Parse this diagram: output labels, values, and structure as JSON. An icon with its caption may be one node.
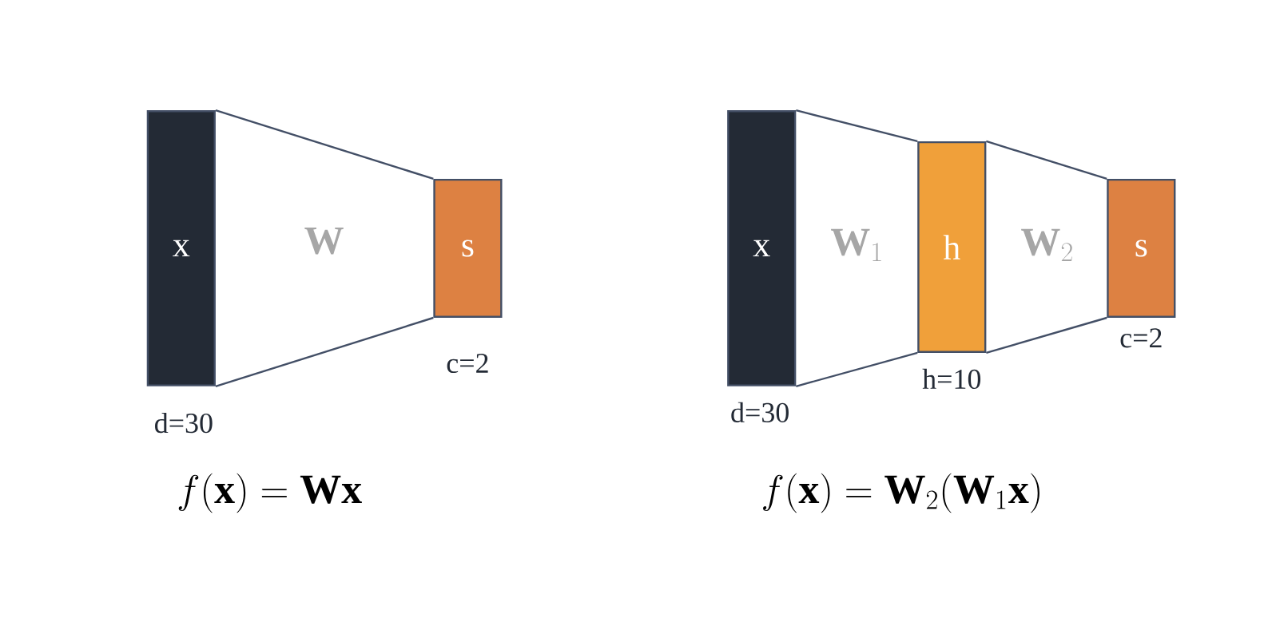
{
  "diagram": {
    "nodes": [
      {
        "text": [
          "x"
        ],
        "beside": [
          "d=30"
        ]
      },
      {
        "text": [
          "s"
        ],
        "beside": [
          "c=2"
        ]
      },
      {
        "text": [
          "x"
        ],
        "beside": [
          "d=30"
        ]
      },
      {
        "text": [
          "h"
        ],
        "beside": [
          "h=10"
        ]
      },
      {
        "text": [
          "s"
        ],
        "beside": [
          "c=2"
        ]
      }
    ],
    "edges": [
      {
        "from": 0,
        "to": 1,
        "arrow": "none"
      },
      {
        "from": 0,
        "to": 1,
        "arrow": "none"
      },
      {
        "from": 2,
        "to": 3,
        "arrow": "none"
      },
      {
        "from": 2,
        "to": 3,
        "arrow": "none"
      },
      {
        "from": 3,
        "to": 4,
        "arrow": "none"
      },
      {
        "from": 3,
        "to": 4,
        "arrow": "none"
      }
    ],
    "labels": [
      "\\mathbf{W}",
      "\\mathbf{W}_1",
      "\\mathbf{W}_2",
      "f(\\mathbf{x}) = \\mathbf{W}\\mathbf{x}",
      "f(\\mathbf{x}) = \\mathbf{W}_2(\\mathbf{W}_1\\mathbf{x})"
    ]
  }
}
